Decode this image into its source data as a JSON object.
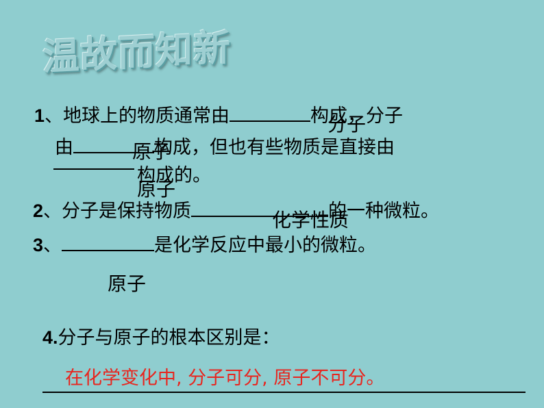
{
  "title": "温故而知新",
  "q1": {
    "num": "1",
    "part1": "、地球上的物质通常由",
    "part2": "构成，分子",
    "part3": "由",
    "part4": "构成，但也有些物质是直接由",
    "part5": "构成的。",
    "ans1": "分子",
    "ans2": "原子",
    "ans3": "原子"
  },
  "q2": {
    "num": "2",
    "part1": "、分子是保持物质",
    "part2": "的一种微粒。",
    "ans": "化学性质"
  },
  "q3": {
    "num": "3",
    "part1": "、",
    "part2": "是化学反应中最小的微粒。",
    "ans": "原子"
  },
  "q4": {
    "num": "4.",
    "text": "分子与原子的根本区别是：",
    "ans": "在化学变化中, 分子可分, 原子不可分。"
  },
  "colors": {
    "background": "#8fcdcf",
    "answer_red": "#e8251e"
  }
}
